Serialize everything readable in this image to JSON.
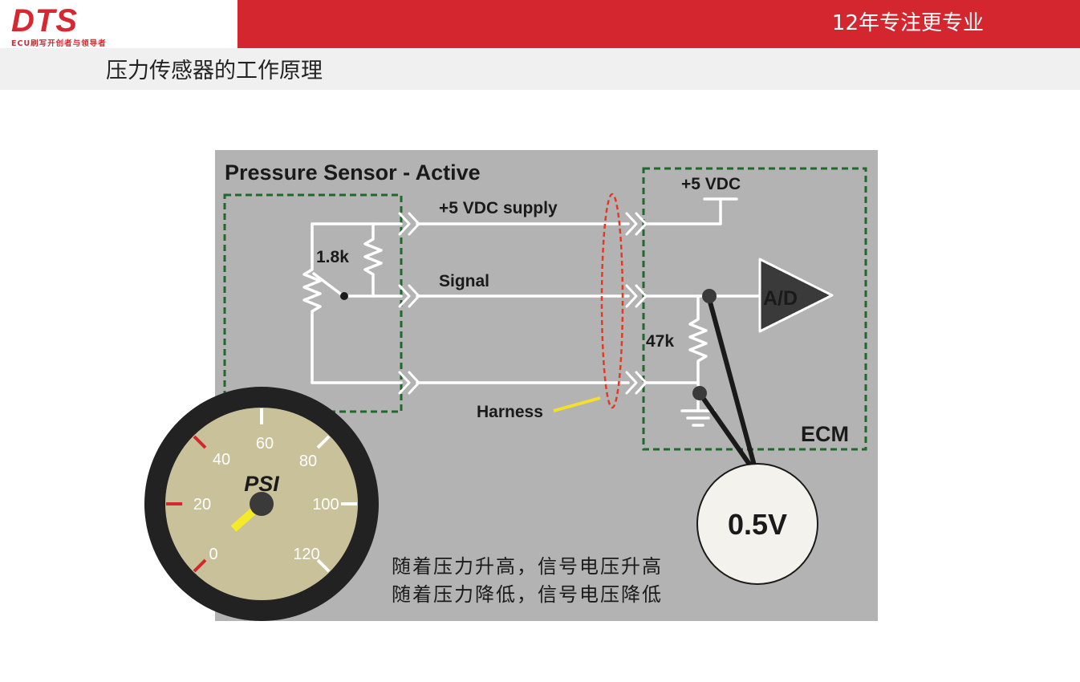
{
  "header": {
    "logo_text": "DTS",
    "logo_sub": "ECU刷写开创者与领导者",
    "tagline": "12年专注更专业",
    "brand_color": "#d4262f"
  },
  "page": {
    "title": "压力传感器的工作原理"
  },
  "diagram": {
    "title": "Pressure Sensor - Active",
    "supply_label": "+5 VDC supply",
    "signal_label": "Signal",
    "harness_label": "Harness",
    "vdc_label": "+5 VDC",
    "resistor_sensor": "1.8k",
    "resistor_ecm": "47k",
    "converter_label": "A/D",
    "ecm_label": "ECM",
    "meter_reading": "0.5V"
  },
  "gauge": {
    "unit": "PSI",
    "ticks": [
      "0",
      "20",
      "40",
      "60",
      "80",
      "100",
      "120"
    ]
  },
  "notes": {
    "line1": "随着压力升高，信号电压升高",
    "line2": "随着压力降低，信号电压降低"
  }
}
